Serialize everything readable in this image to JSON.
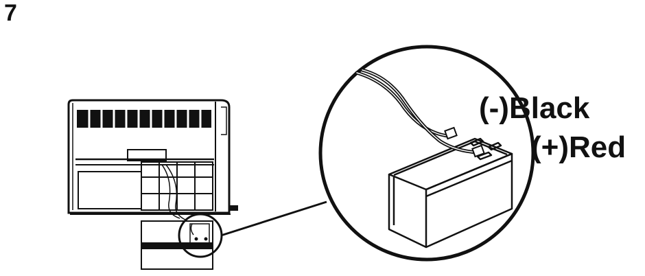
{
  "step": {
    "number": "7"
  },
  "labels": {
    "negative": "(-)Black",
    "positive": "(+)Red"
  },
  "colors": {
    "line": "#111111",
    "background": "#ffffff"
  },
  "parts": [
    {
      "name": "ups-unit",
      "icon": "ups-device-icon"
    },
    {
      "name": "battery-small",
      "icon": "battery-icon"
    },
    {
      "name": "magnifier-circle",
      "icon": "zoom-circle-icon"
    },
    {
      "name": "battery-large",
      "icon": "battery-icon"
    },
    {
      "name": "cables",
      "icon": "cable-icon"
    }
  ]
}
